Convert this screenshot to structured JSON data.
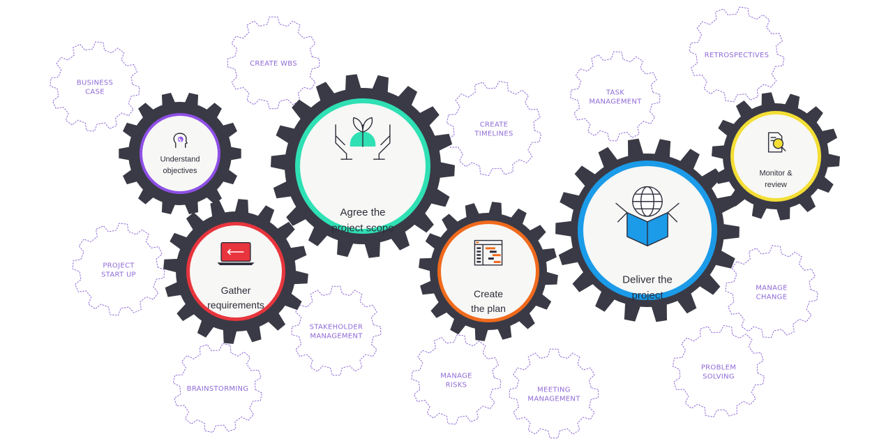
{
  "colors": {
    "outline_gear": "#8f6ad6",
    "dark_gear": "#3a3a46",
    "face": "#f7f7f5",
    "purple": "#8e4fe6",
    "red": "#e8353d",
    "teal": "#2fe0b4",
    "orange": "#f06a1c",
    "blue": "#1b9be8",
    "yellow": "#f3de35"
  },
  "main_gears": [
    {
      "label_lines": [
        "Understand",
        "objectives"
      ],
      "icon": "head-lightbulb-icon",
      "ring": "#8e4fe6"
    },
    {
      "label_lines": [
        "Gather",
        "requirements"
      ],
      "icon": "laptop-icon",
      "ring": "#e8353d"
    },
    {
      "label_lines": [
        "Agree the",
        "project scope"
      ],
      "icon": "hands-plant-icon",
      "ring": "#2fe0b4"
    },
    {
      "label_lines": [
        "Create",
        "the plan"
      ],
      "icon": "gantt-chart-icon",
      "ring": "#f06a1c"
    },
    {
      "label_lines": [
        "Deliver the",
        "project"
      ],
      "icon": "globe-box-icon",
      "ring": "#1b9be8"
    },
    {
      "label_lines": [
        "Monitor &",
        "review"
      ],
      "icon": "document-magnifier-icon",
      "ring": "#f3de35"
    }
  ],
  "outline_gears": [
    {
      "label_lines": [
        "BUSINESS",
        "CASE"
      ]
    },
    {
      "label_lines": [
        "CREATE WBS"
      ]
    },
    {
      "label_lines": [
        "CREATE",
        "TIMELINES"
      ]
    },
    {
      "label_lines": [
        "TASK",
        "MANAGEMENT"
      ]
    },
    {
      "label_lines": [
        "RETROSPECTIVES"
      ]
    },
    {
      "label_lines": [
        "PROJECT",
        "START UP"
      ]
    },
    {
      "label_lines": [
        "STAKEHOLDER",
        "MANAGEMENT"
      ]
    },
    {
      "label_lines": [
        "BRAINSTORMING"
      ]
    },
    {
      "label_lines": [
        "MANAGE",
        "RISKS"
      ]
    },
    {
      "label_lines": [
        "MEETING",
        "MANAGEMENT"
      ]
    },
    {
      "label_lines": [
        "MANAGE",
        "CHANGE"
      ]
    },
    {
      "label_lines": [
        "PROBLEM",
        "SOLVING"
      ]
    }
  ]
}
